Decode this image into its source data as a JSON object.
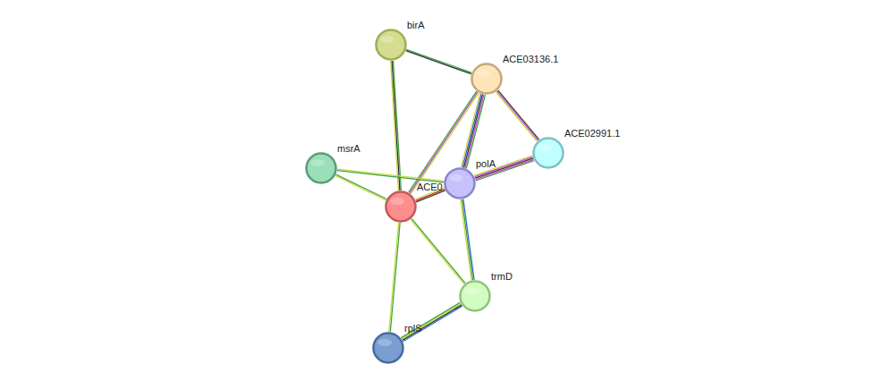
{
  "diagram": {
    "nodes": [
      {
        "text": [
          "birA"
        ]
      },
      {
        "text": [
          "ACE03136.1"
        ]
      },
      {
        "text": [
          "ACE02991.1"
        ]
      },
      {
        "text": [
          "msrA"
        ]
      },
      {
        "text": [
          "polA"
        ]
      },
      {
        "text": [
          "ACE0"
        ]
      },
      {
        "text": [
          "trmD"
        ]
      },
      {
        "text": [
          "rplS"
        ]
      }
    ],
    "edges": [
      {
        "from": 0,
        "to": 1,
        "arrow": "none"
      },
      {
        "from": 0,
        "to": 5,
        "arrow": "none"
      },
      {
        "from": 1,
        "to": 2,
        "arrow": "none"
      },
      {
        "from": 1,
        "to": 4,
        "arrow": "none"
      },
      {
        "from": 1,
        "to": 5,
        "arrow": "none"
      },
      {
        "from": 2,
        "to": 4,
        "arrow": "none"
      },
      {
        "from": 3,
        "to": 5,
        "arrow": "none"
      },
      {
        "from": 3,
        "to": 4,
        "arrow": "none"
      },
      {
        "from": 4,
        "to": 5,
        "arrow": "none"
      },
      {
        "from": 5,
        "to": 6,
        "arrow": "none"
      },
      {
        "from": 5,
        "to": 7,
        "arrow": "none"
      },
      {
        "from": 4,
        "to": 6,
        "arrow": "none"
      },
      {
        "from": 6,
        "to": 7,
        "arrow": "none"
      }
    ]
  }
}
